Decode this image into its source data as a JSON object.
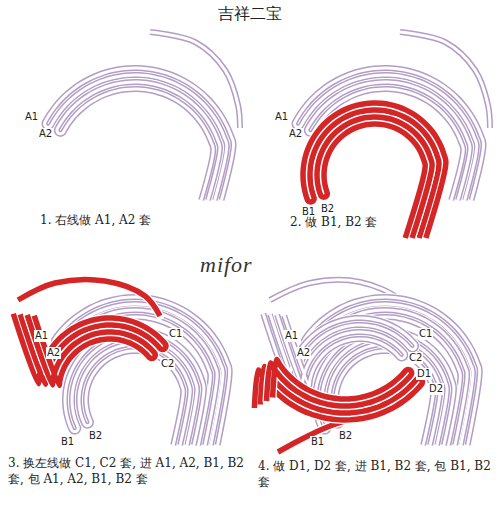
{
  "diagram": {
    "title": "吉祥二宝",
    "labels": [
      "A1",
      "A2",
      "1. 右线做 A1, A2 套",
      "A1",
      "A2",
      "B1",
      "B2",
      "2. 做 B1, B2 套",
      "mifor",
      "A1",
      "A2",
      "B1",
      "B2",
      "C1",
      "C2",
      "3. 换左线做 C1, C2 套, 进 A1, A2, B1, B2 套, 包 A1, A2, B1, B2 套",
      "A1",
      "A2",
      "B1",
      "B2",
      "C1",
      "C2",
      "D1",
      "D2",
      "4. 做 D1, D2 套, 进 B1, B2 套, 包 B1, B2 套"
    ]
  }
}
